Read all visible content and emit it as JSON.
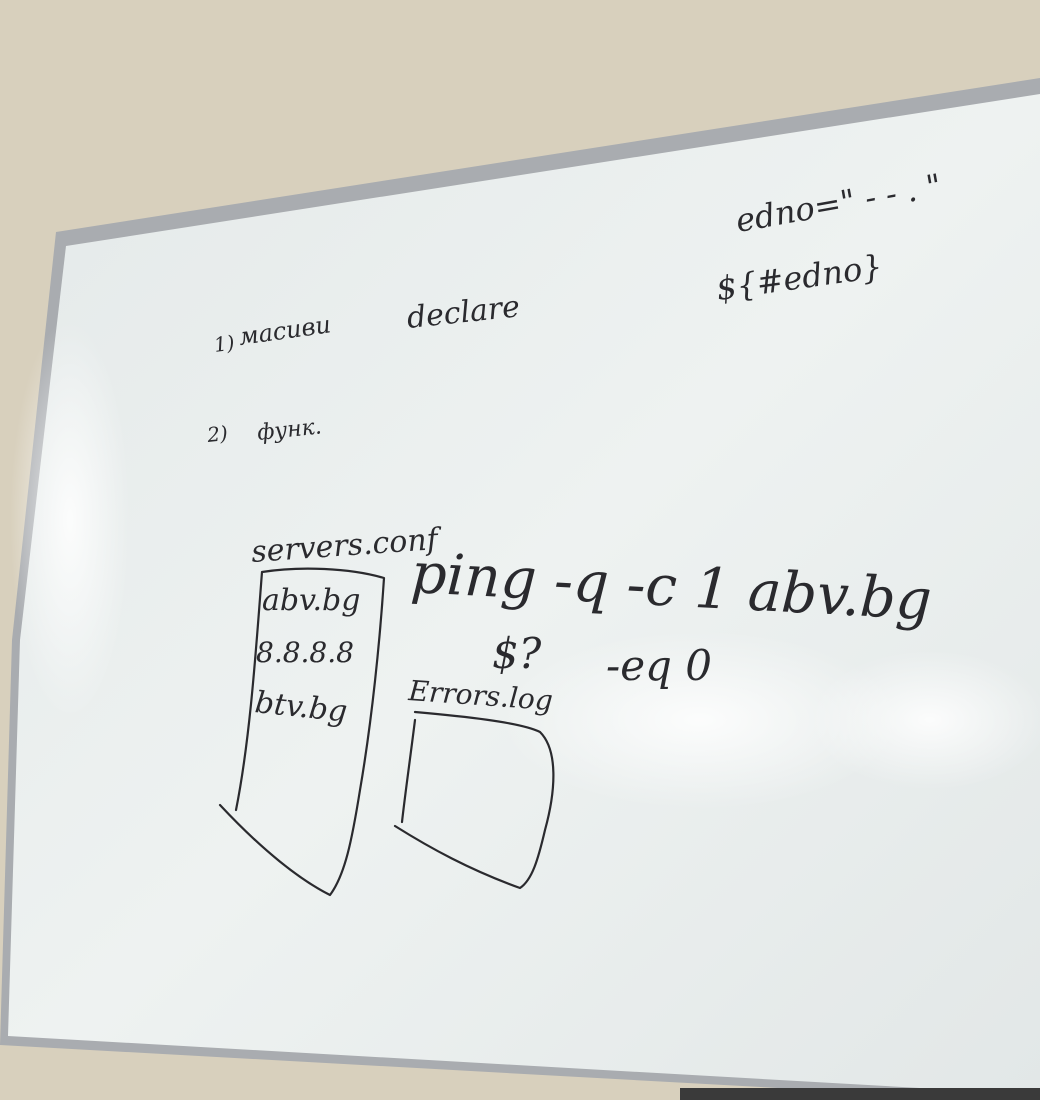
{
  "photo": {
    "wall_color": "#d8d0bd",
    "board_color": "#e7ecec",
    "frame_color": "#a9acb0",
    "ink_color": "#2a2a2e"
  },
  "whiteboard": {
    "notes": {
      "item1_number": "1)",
      "item1_text": "масиви",
      "item1_keyword": "declare",
      "item2_number": "2)",
      "item2_text": "функ.",
      "var_assign": "edno=\" - - . \"",
      "var_length": "${#edno}"
    },
    "command": {
      "line1": "ping -q -c 1 abv.bg",
      "line2_status": "$?",
      "line2_compare": "-eq 0"
    },
    "servers_file": {
      "title": "servers.conf",
      "entries": [
        "abv.bg",
        "8.8.8.8",
        "btv.bg"
      ]
    },
    "errors_file": {
      "title": "Errors.log"
    }
  }
}
